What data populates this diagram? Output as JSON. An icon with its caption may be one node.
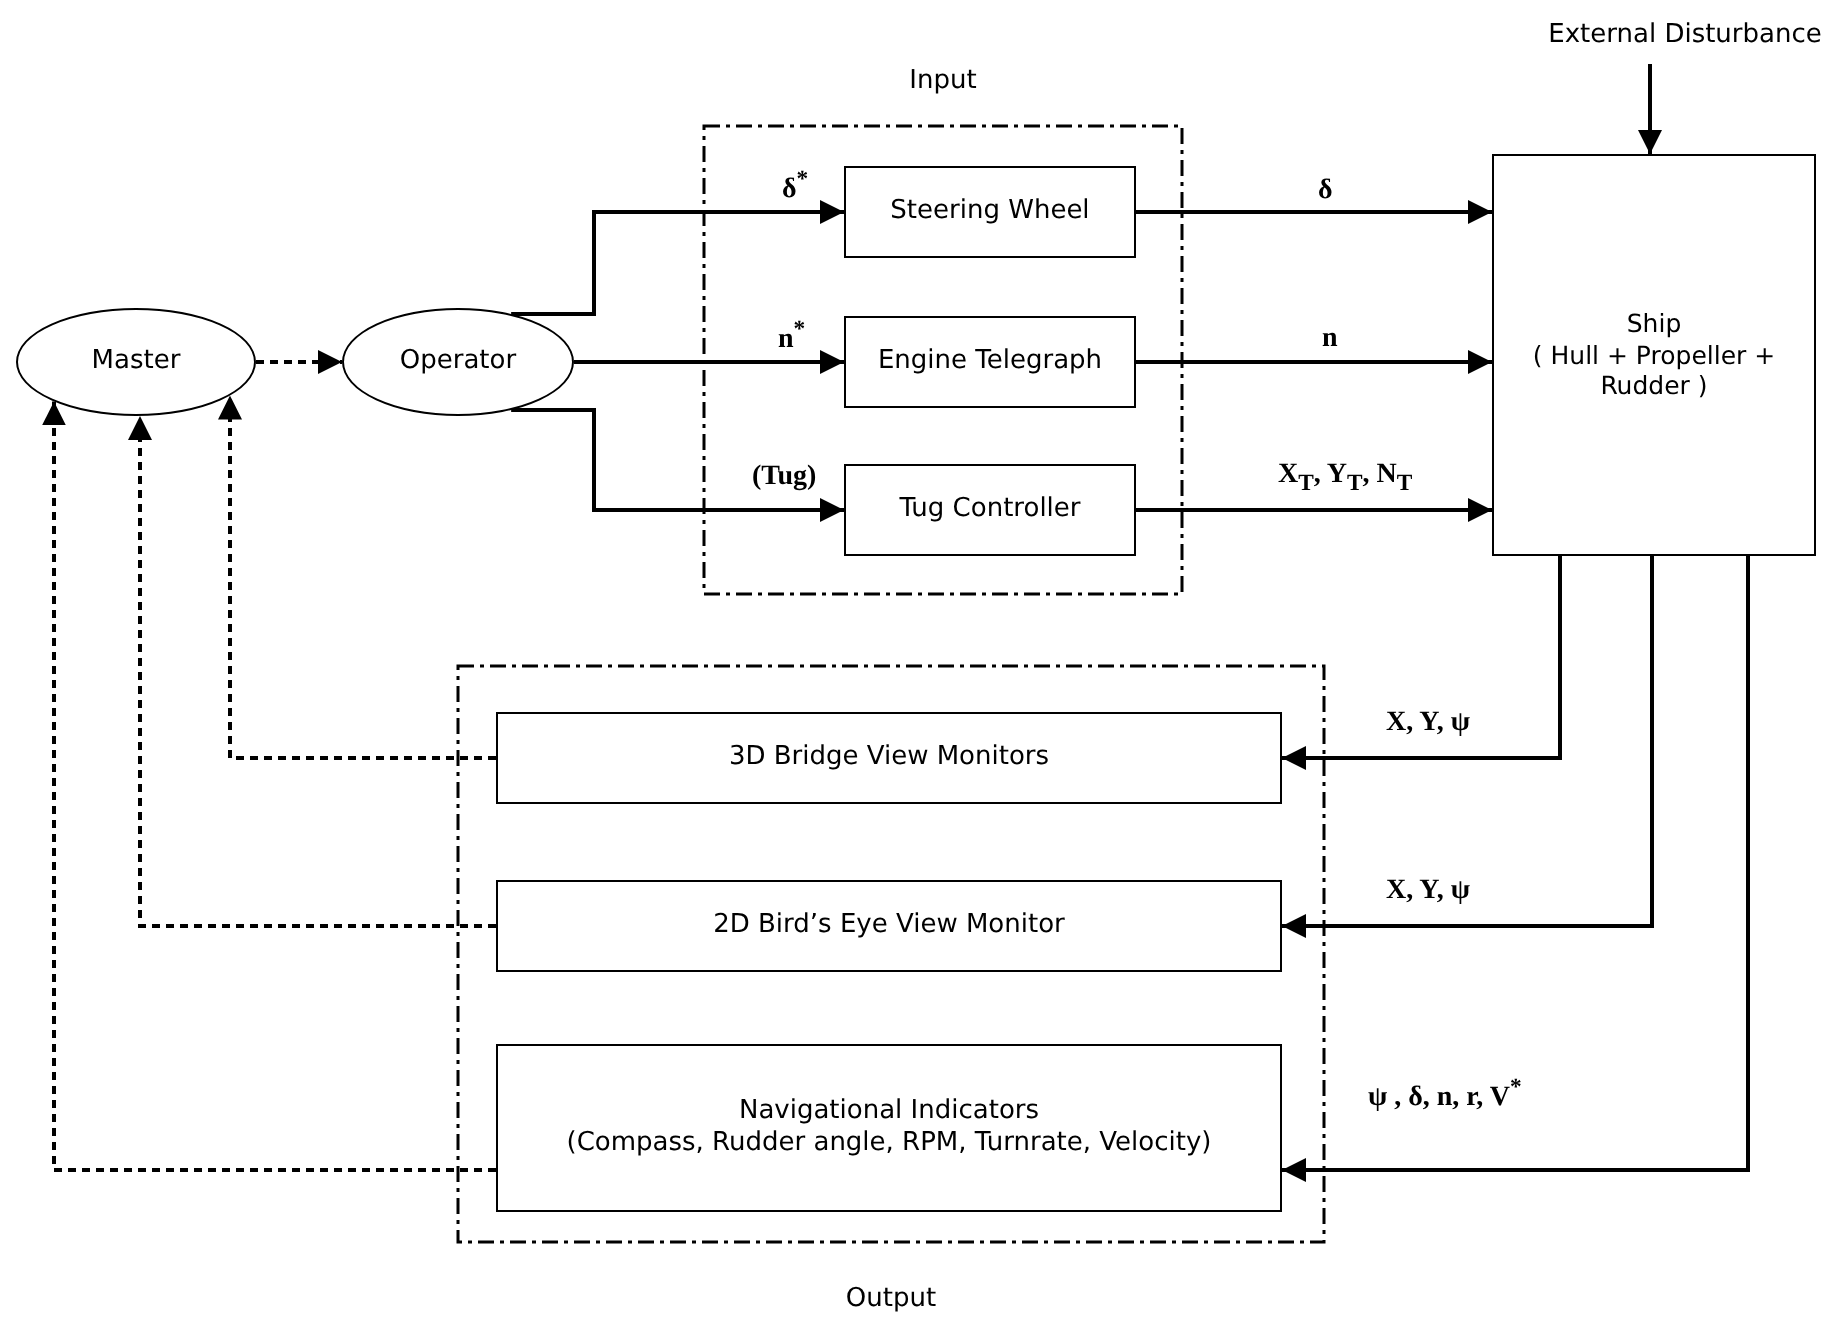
{
  "diagram": {
    "nodes": [
      {
        "text": [
          "External Disturbance"
        ]
      },
      {
        "text": [
          "Input"
        ]
      },
      {
        "text": [
          "Steering Wheel"
        ],
        "in": 1
      },
      {
        "text": [
          "Engine Telegraph"
        ],
        "in": 1
      },
      {
        "text": [
          "Tug Controller"
        ],
        "in": 1
      },
      {
        "text": [
          "Master"
        ]
      },
      {
        "text": [
          "Operator"
        ]
      },
      {
        "text": [
          "Ship",
          "( Hull + Propeller + Rudder )"
        ]
      },
      {
        "text": [
          "Output"
        ]
      },
      {
        "text": [
          "3D Bridge View Monitors"
        ],
        "in": 8
      },
      {
        "text": [
          "2D Bird’s Eye View Monitor"
        ],
        "in": 8
      },
      {
        "text": [
          "Navigational Indicators",
          "(Compass, Rudder angle, RPM, Turnrate, Velocity)"
        ],
        "in": 8
      }
    ],
    "edges": [
      {
        "from": 0,
        "to": 7,
        "arrow": "to"
      },
      {
        "from": 5,
        "to": 6,
        "arrow": "to",
        "style": "dashed"
      },
      {
        "from": 6,
        "to": 2,
        "arrow": "to",
        "label": "δ$^{*}$"
      },
      {
        "from": 6,
        "to": 3,
        "arrow": "to",
        "label": "n$^{*}$"
      },
      {
        "from": 6,
        "to": 4,
        "arrow": "to",
        "label": "(Tug)"
      },
      {
        "from": 2,
        "to": 7,
        "arrow": "to",
        "label": "δ"
      },
      {
        "from": 3,
        "to": 7,
        "arrow": "to",
        "label": "n"
      },
      {
        "from": 4,
        "to": 7,
        "arrow": "to",
        "label": "X$_{T}$, Y$_{T}$, N$_{T}$"
      },
      {
        "from": 7,
        "to": 9,
        "arrow": "to",
        "label": "X, Y, ψ"
      },
      {
        "from": 7,
        "to": 10,
        "arrow": "to",
        "label": "X, Y, ψ"
      },
      {
        "from": 7,
        "to": 11,
        "arrow": "to",
        "label": "ψ , δ, n, r, V$^{*}$"
      },
      {
        "from": 9,
        "to": 5,
        "arrow": "to",
        "style": "dashed"
      },
      {
        "from": 10,
        "to": 5,
        "arrow": "to",
        "style": "dashed"
      },
      {
        "from": 11,
        "to": 5,
        "arrow": "to",
        "style": "dashed"
      }
    ]
  }
}
